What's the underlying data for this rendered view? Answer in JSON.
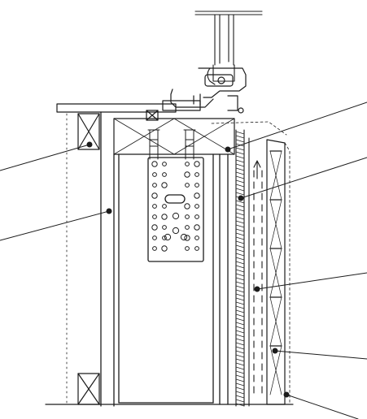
{
  "figure": {
    "title": "",
    "ink_color": "#1c1c1c",
    "hatch_color": "#2a2a2a",
    "paper_color": "#ffffff",
    "rendering_style": "monochrome line drawing",
    "components": [
      "ceiling-rail",
      "suspension-roller",
      "top-plate-header",
      "left-insulation-block",
      "steel-post-channel",
      "perforated-mounting-plate",
      "threaded-bolts",
      "hatched-seal-strip",
      "dashed-track-channel",
      "outer-trim-profile",
      "bottom-insulation-block"
    ],
    "callout_count": 7,
    "printed_labels": []
  }
}
